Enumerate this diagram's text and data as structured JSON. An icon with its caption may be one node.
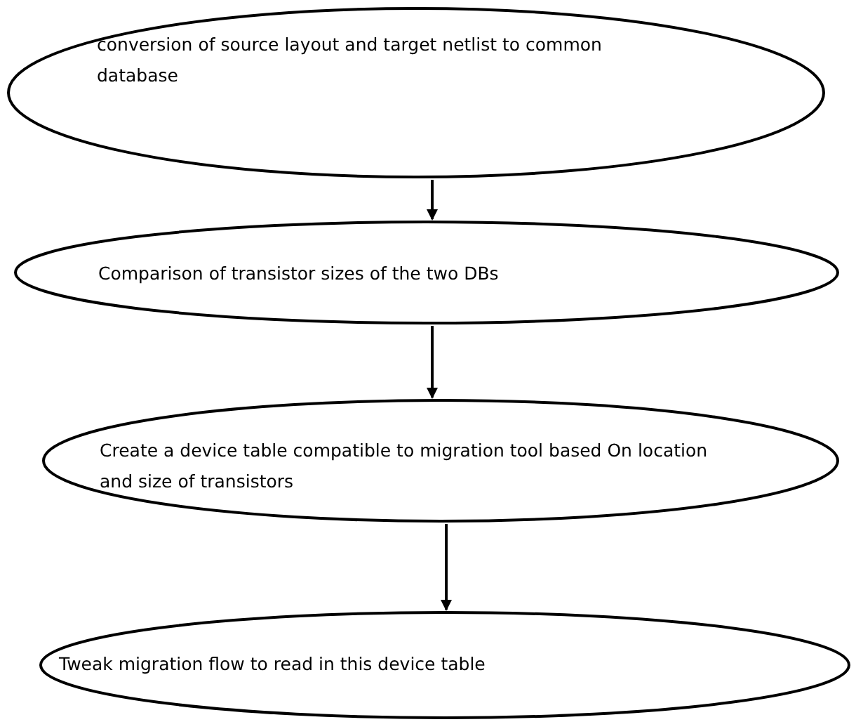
{
  "diagram": {
    "nodes": [
      {
        "text": [
          "conversion of source layout and target netlist to common database"
        ]
      },
      {
        "text": [
          "Comparison of transistor sizes of the two DBs"
        ]
      },
      {
        "text": [
          "Create a device table compatible to migration tool based On location and size of transistors"
        ]
      },
      {
        "text": [
          "Tweak migration flow to read in this device table"
        ]
      }
    ],
    "edges": [
      {
        "from": 0,
        "to": 1,
        "arrow": "to"
      },
      {
        "from": 1,
        "to": 2,
        "arrow": "to"
      },
      {
        "from": 2,
        "to": 3,
        "arrow": "to"
      }
    ]
  }
}
